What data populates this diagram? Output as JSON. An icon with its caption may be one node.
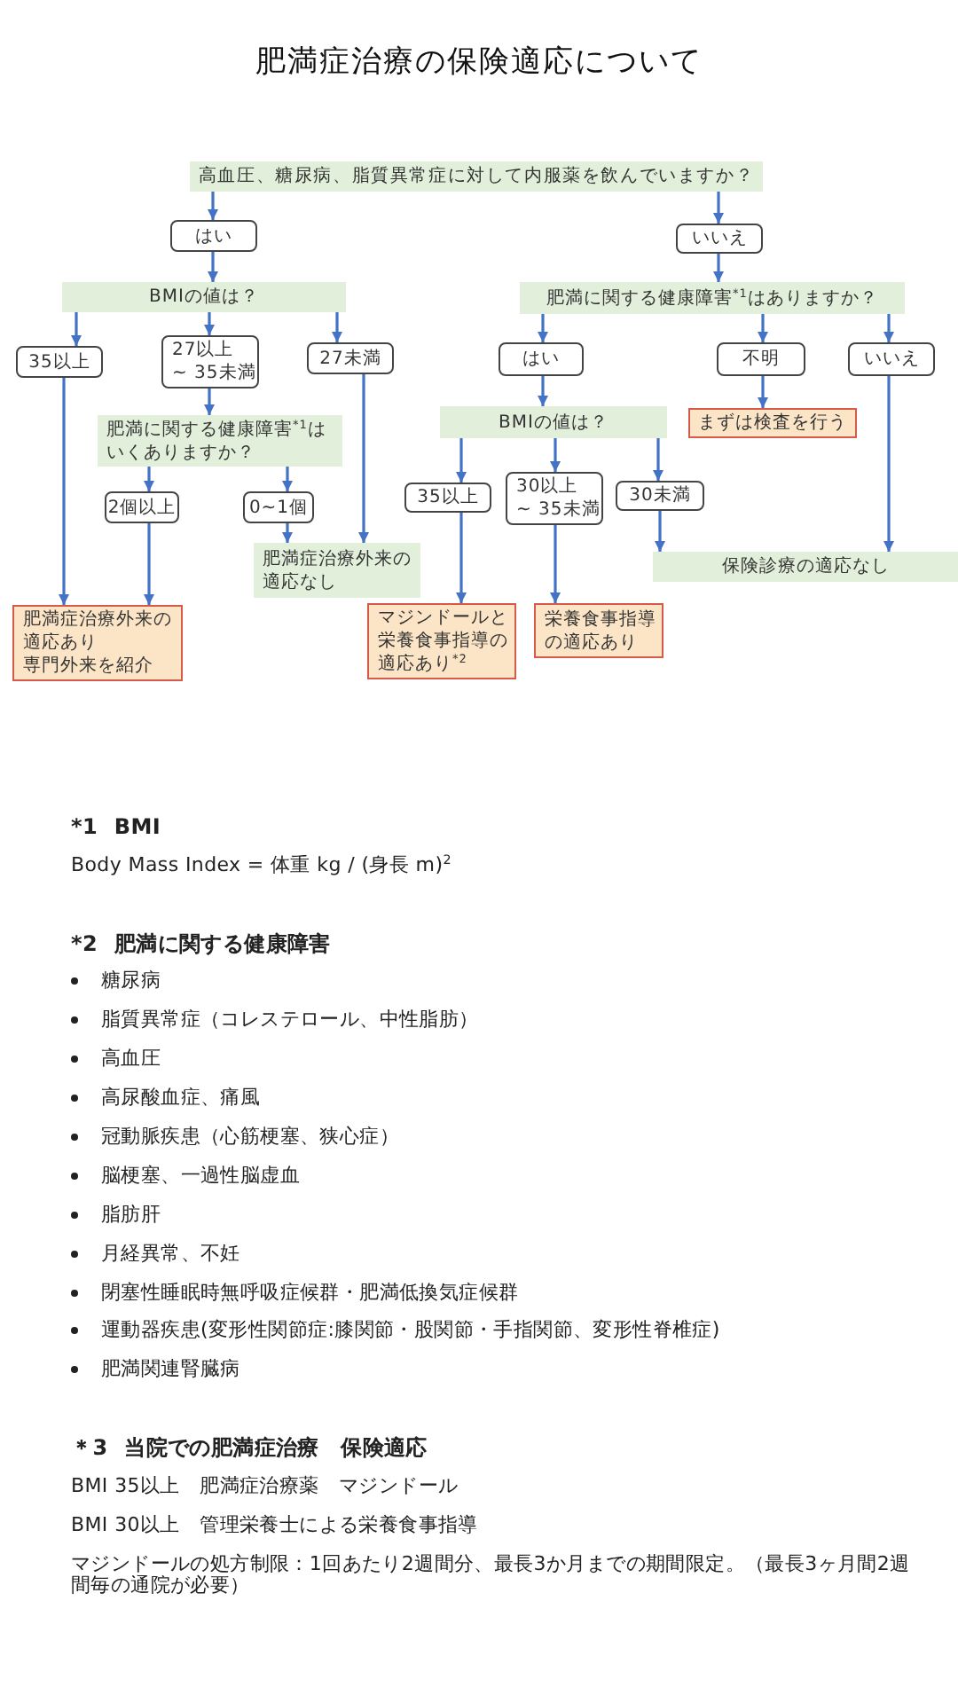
{
  "diagram": {
    "title": "肥満症治療の保険適応について",
    "nodes": [
      {
        "text": [
          "高血圧、糖尿病、脂質異常症に対して内服薬を飲んでいますか？"
        ]
      },
      {
        "text": [
          "はい"
        ]
      },
      {
        "text": [
          "いいえ"
        ]
      },
      {
        "text": [
          "BMIの値は？"
        ]
      },
      {
        "text": [
          "肥満に関する健康障害$^{*1}$はありますか？"
        ]
      },
      {
        "text": [
          "35以上"
        ]
      },
      {
        "text": [
          "27以上 ~ 35未満"
        ]
      },
      {
        "text": [
          "27未満"
        ]
      },
      {
        "text": [
          "はい"
        ]
      },
      {
        "text": [
          "不明"
        ]
      },
      {
        "text": [
          "いいえ"
        ]
      },
      {
        "text": [
          "肥満に関する健康障害$^{*1}$はいくありますか？"
        ]
      },
      {
        "text": [
          "BMIの値は？"
        ]
      },
      {
        "text": [
          "まずは検査を行う"
        ]
      },
      {
        "text": [
          "2個以上"
        ]
      },
      {
        "text": [
          "0~1個"
        ]
      },
      {
        "text": [
          "35以上"
        ]
      },
      {
        "text": [
          "30以上 ~ 35未満"
        ]
      },
      {
        "text": [
          "30未満"
        ]
      },
      {
        "text": [
          "肥満症治療外来の適応なし"
        ]
      },
      {
        "text": [
          "保険診療の適応なし"
        ]
      },
      {
        "text": [
          "肥満症治療外来の適応あり専門外来を紹介"
        ]
      },
      {
        "text": [
          "マジンドールと栄養食事指導の適応あり$^{*2}$"
        ]
      },
      {
        "text": [
          "栄養食事指導の適応あり"
        ]
      }
    ],
    "edges": [
      {
        "from": 0,
        "to": 1,
        "arrow": "to"
      },
      {
        "from": 0,
        "to": 2,
        "arrow": "to"
      },
      {
        "from": 1,
        "to": 3,
        "arrow": "to"
      },
      {
        "from": 2,
        "to": 4,
        "arrow": "to"
      },
      {
        "from": 3,
        "to": 5,
        "arrow": "to"
      },
      {
        "from": 3,
        "to": 6,
        "arrow": "to"
      },
      {
        "from": 3,
        "to": 7,
        "arrow": "to"
      },
      {
        "from": 4,
        "to": 8,
        "arrow": "to"
      },
      {
        "from": 4,
        "to": 9,
        "arrow": "to"
      },
      {
        "from": 4,
        "to": 10,
        "arrow": "to"
      },
      {
        "from": 5,
        "to": 21,
        "arrow": "to"
      },
      {
        "from": 6,
        "to": 11,
        "arrow": "to"
      },
      {
        "from": 7,
        "to": 19,
        "arrow": "to"
      },
      {
        "from": 8,
        "to": 12,
        "arrow": "to"
      },
      {
        "from": 9,
        "to": 13,
        "arrow": "to"
      },
      {
        "from": 10,
        "to": 20,
        "arrow": "to"
      },
      {
        "from": 11,
        "to": 14,
        "arrow": "to"
      },
      {
        "from": 11,
        "to": 15,
        "arrow": "to"
      },
      {
        "from": 12,
        "to": 16,
        "arrow": "to"
      },
      {
        "from": 12,
        "to": 17,
        "arrow": "to"
      },
      {
        "from": 12,
        "to": 18,
        "arrow": "to"
      },
      {
        "from": 14,
        "to": 21,
        "arrow": "to"
      },
      {
        "from": 15,
        "to": 19,
        "arrow": "to"
      },
      {
        "from": 16,
        "to": 22,
        "arrow": "to"
      },
      {
        "from": 17,
        "to": 23,
        "arrow": "to"
      },
      {
        "from": 18,
        "to": 20,
        "arrow": "to"
      }
    ],
    "labels": [
      "*1 BMI",
      "Body Mass Index = 体重 kg / (身長 m)$^{2}$",
      "*2 肥満に関する健康障害",
      "糖尿病",
      "脂質異常症（コレステロール、中性脂肪）",
      "高血圧",
      "高尿酸血症、痛風",
      "冠動脈疾患（心筋梗塞、狭心症）",
      "脳梗塞、一過性脳虚血",
      "脂肪肝",
      "月経異常、不妊",
      "閉塞性睡眠時無呼吸症候群・肥満低換気症候群",
      "運動器疾患(変形性関節症:膝関節・股関節・手指関節、変形性脊椎症)",
      "肥満関連腎臓病",
      "＊3 当院での肥満症治療　保険適応",
      "BMI 35以上　肥満症治療薬　マジンドール",
      "BMI 30以上　管理栄養士による栄養食事指導",
      "マジンドールの処方制限：1回あたり2週間分、最長3か月までの期間限定。（最長3ヶ月間2週間毎の通院が必要）"
    ]
  }
}
